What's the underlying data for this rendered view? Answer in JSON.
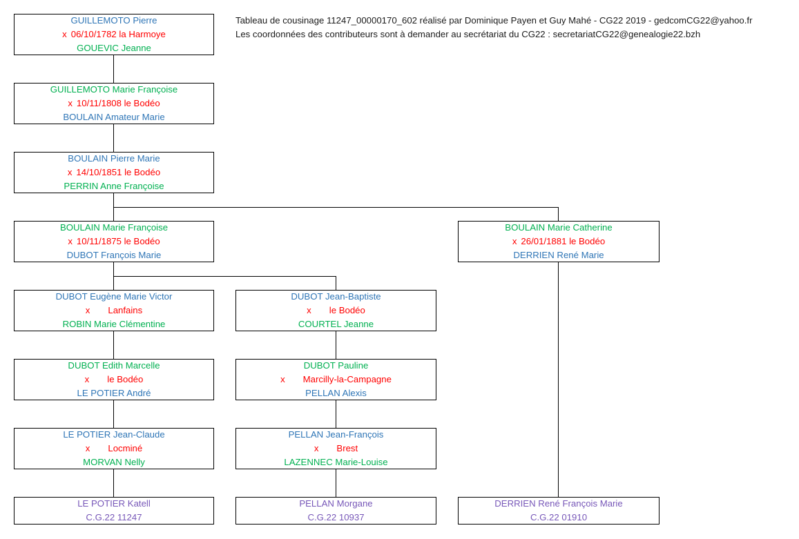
{
  "header": {
    "line1": "Tableau de cousinage 11247_00000170_602 réalisé par Dominique Payen et Guy Mahé - CG22 2019 - gedcomCG22@yahoo.fr",
    "line2": "Les coordonnées des contributeurs sont à demander au secrétariat du CG22 :  secretariatCG22@genealogie22.bzh"
  },
  "colors": {
    "name_blue": "#2e75b6",
    "name_green": "#00b050",
    "union_red": "#ff0000",
    "descendant_purple": "#7757b8",
    "border": "#000000",
    "background": "#ffffff"
  },
  "boxes": [
    {
      "id": "gen1-guillemoto",
      "line1": "GUILLEMOTO Pierre",
      "union_mark": "x",
      "union_text": "06/10/1782 la Harmoye",
      "line3": "GOUEVIC Jeanne"
    },
    {
      "id": "gen2-guillemoto",
      "line1": "GUILLEMOTO Marie Françoise",
      "union_mark": "x",
      "union_text": "10/11/1808 le Bodéo",
      "line3": "BOULAIN Amateur Marie"
    },
    {
      "id": "gen3-boulain",
      "line1": "BOULAIN Pierre Marie",
      "union_mark": "x",
      "union_text": "14/10/1851 le Bodéo",
      "line3": "PERRIN Anne Françoise"
    },
    {
      "id": "gen4-boulain-marie-francoise",
      "line1": "BOULAIN Marie Françoise",
      "union_mark": "x",
      "union_text": "10/11/1875 le Bodéo",
      "line3": "DUBOT François Marie"
    },
    {
      "id": "gen4-boulain-marie-catherine",
      "line1": "BOULAIN Marie Catherine",
      "union_mark": "x",
      "union_text": "26/01/1881 le Bodéo",
      "line3": "DERRIEN René Marie"
    },
    {
      "id": "gen5-dubot-eugene",
      "line1": "DUBOT Eugène Marie Victor",
      "union_mark": "x",
      "union_text": "Lanfains",
      "line3": "ROBIN Marie Clémentine"
    },
    {
      "id": "gen5-dubot-jean-baptiste",
      "line1": "DUBOT Jean-Baptiste",
      "union_mark": "x",
      "union_text": "le Bodéo",
      "line3": "COURTEL Jeanne"
    },
    {
      "id": "gen6-dubot-edith",
      "line1": "DUBOT Edith Marcelle",
      "union_mark": "x",
      "union_text": "le Bodéo",
      "line3": "LE POTIER André"
    },
    {
      "id": "gen6-dubot-pauline",
      "line1": "DUBOT Pauline",
      "union_mark": "x",
      "union_text": "Marcilly-la-Campagne",
      "line3": "PELLAN Alexis"
    },
    {
      "id": "gen7-le-potier-jean-claude",
      "line1": "LE POTIER Jean-Claude",
      "union_mark": "x",
      "union_text": "Locminé",
      "line3": "MORVAN Nelly"
    },
    {
      "id": "gen7-pellan-jean-francois",
      "line1": "PELLAN Jean-François",
      "union_mark": "x",
      "union_text": "Brest",
      "line3": "LAZENNEC Marie-Louise"
    },
    {
      "id": "gen8-le-potier-katell",
      "line1": "LE POTIER Katell",
      "line2": "C.G.22 11247"
    },
    {
      "id": "gen8-pellan-morgane",
      "line1": "PELLAN Morgane",
      "line2": "C.G.22 10937"
    },
    {
      "id": "gen8-derrien-rene",
      "line1": "DERRIEN René François Marie",
      "line2": "C.G.22 01910"
    }
  ]
}
